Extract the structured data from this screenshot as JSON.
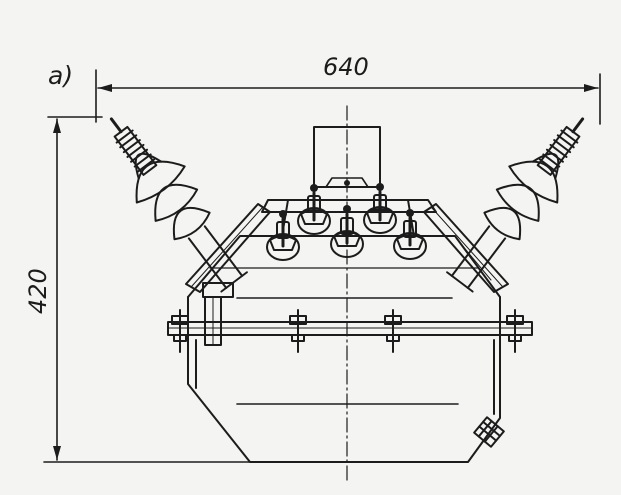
{
  "figure": {
    "panel_label": "a)",
    "width_dimension": "640",
    "height_dimension": "420"
  },
  "colors": {
    "ink": "#1c1c1c",
    "paper": "#f4f4f2"
  }
}
